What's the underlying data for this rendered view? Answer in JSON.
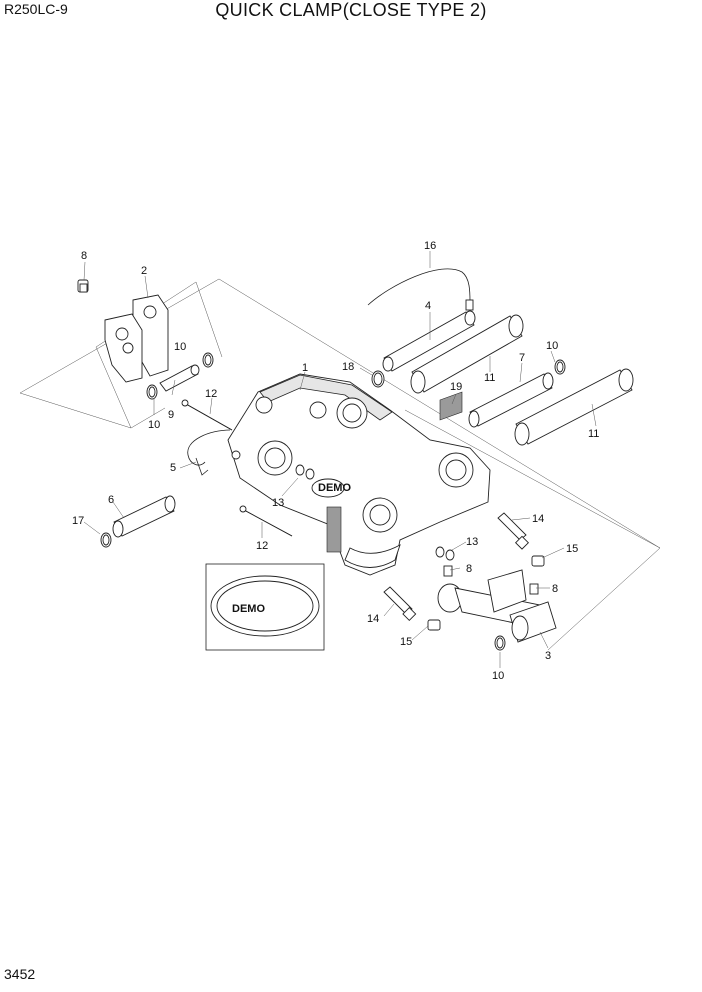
{
  "header": {
    "model": "R250LC-9",
    "title": "QUICK CLAMP(CLOSE TYPE 2)"
  },
  "footer": {
    "page_number": "3452"
  },
  "callouts": [
    {
      "id": "c1",
      "label": "1"
    },
    {
      "id": "c2",
      "label": "2"
    },
    {
      "id": "c3",
      "label": "3"
    },
    {
      "id": "c4",
      "label": "4"
    },
    {
      "id": "c5",
      "label": "5"
    },
    {
      "id": "c6",
      "label": "6"
    },
    {
      "id": "c7",
      "label": "7"
    },
    {
      "id": "c8a",
      "label": "8"
    },
    {
      "id": "c8b",
      "label": "8"
    },
    {
      "id": "c8c",
      "label": "8"
    },
    {
      "id": "c9",
      "label": "9"
    },
    {
      "id": "c10a",
      "label": "10"
    },
    {
      "id": "c10b",
      "label": "10"
    },
    {
      "id": "c10c",
      "label": "10"
    },
    {
      "id": "c10d",
      "label": "10"
    },
    {
      "id": "c11a",
      "label": "11"
    },
    {
      "id": "c11b",
      "label": "11"
    },
    {
      "id": "c12a",
      "label": "12"
    },
    {
      "id": "c12b",
      "label": "12"
    },
    {
      "id": "c13a",
      "label": "13"
    },
    {
      "id": "c13b",
      "label": "13"
    },
    {
      "id": "c14a",
      "label": "14"
    },
    {
      "id": "c14b",
      "label": "14"
    },
    {
      "id": "c15a",
      "label": "15"
    },
    {
      "id": "c15b",
      "label": "15"
    },
    {
      "id": "c16",
      "label": "16"
    },
    {
      "id": "c17",
      "label": "17"
    },
    {
      "id": "c18",
      "label": "18"
    },
    {
      "id": "c19",
      "label": "19"
    }
  ],
  "logo_text": "DEMO"
}
